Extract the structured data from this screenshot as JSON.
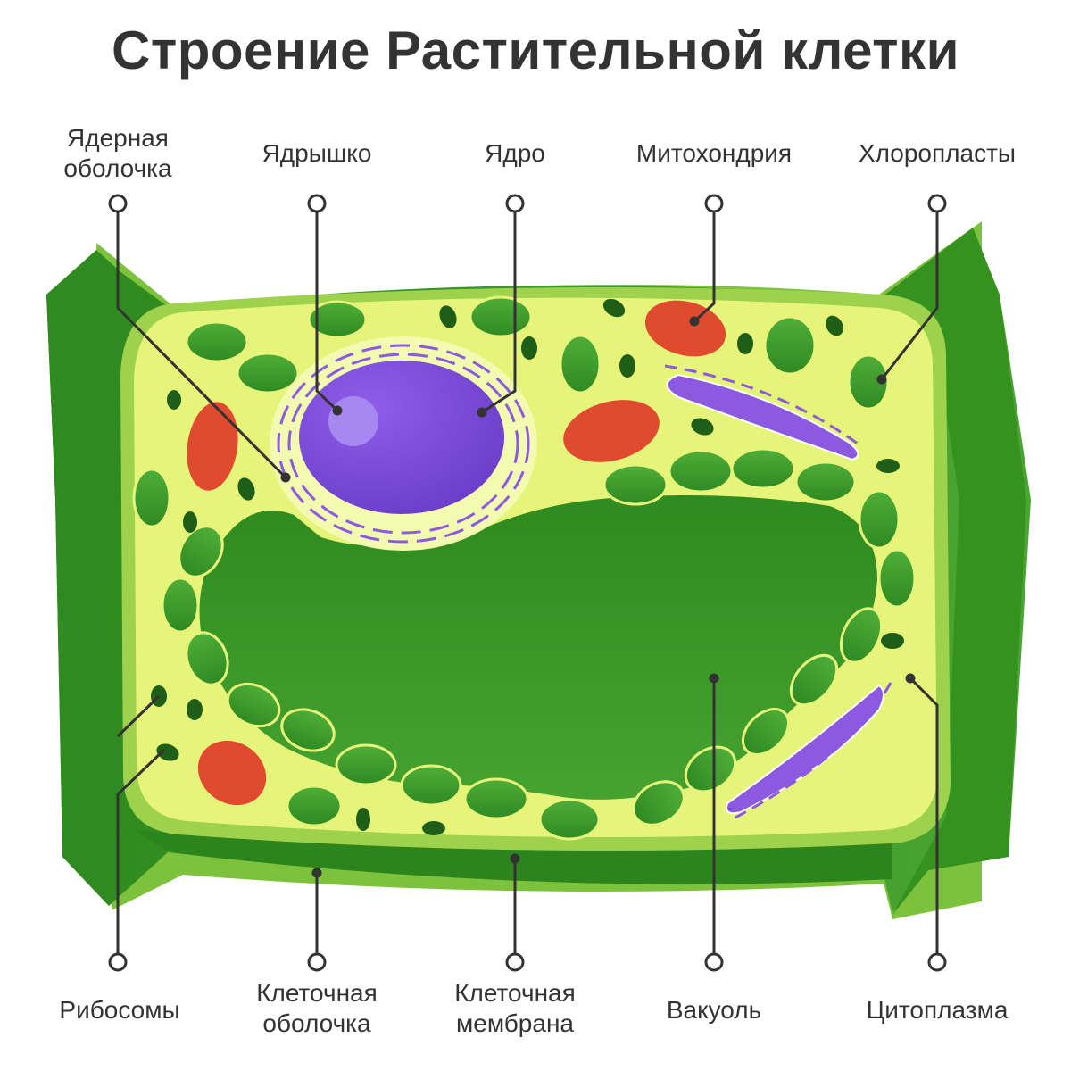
{
  "title": "Строение Растительной клетки",
  "labels": {
    "nuclear_envelope": [
      "Ядерная",
      "оболочка"
    ],
    "nucleolus": "Ядрышко",
    "nucleus": "Ядро",
    "mitochondrion": "Митохондрия",
    "chloroplasts": "Хлоропласты",
    "ribosomes": "Рибосомы",
    "cell_wall": [
      "Клеточная",
      "оболочка"
    ],
    "cell_membrane": [
      "Клеточная",
      "мембрана"
    ],
    "vacuole": "Вакуоль",
    "cytoplasm": "Цитоплазма"
  },
  "colors": {
    "wall_dark": "#2f8a1f",
    "wall_mid": "#3c9c2a",
    "wall_light": "#6fbe3a",
    "cytoplasm": "#e6f57a",
    "vacuole": "#3a9527",
    "chloroplast": "#3f9f2f",
    "mitochondrion": "#e04a2e",
    "nucleus": "#7a4ad8",
    "nucleolus": "#a689f0",
    "er": "#8c5ae0",
    "ribosome": "#1f5e17",
    "leader": "#333333"
  }
}
